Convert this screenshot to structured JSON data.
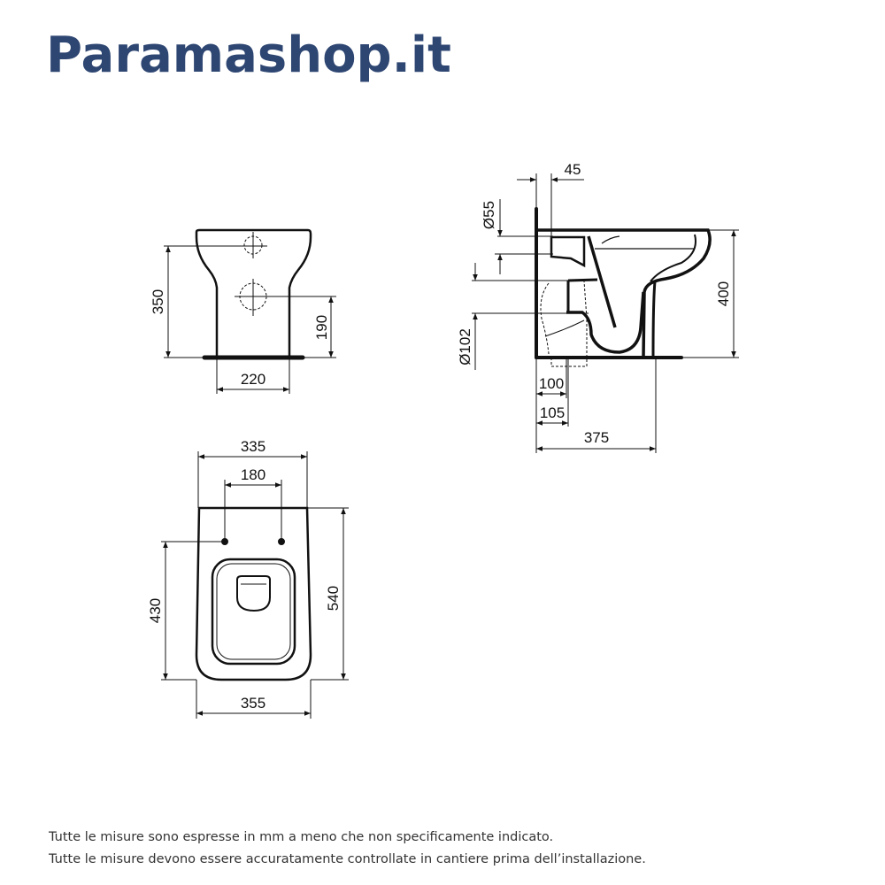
{
  "logo": {
    "text": "Paramashop.it",
    "color": "#2e4672"
  },
  "front_view": {
    "height_350": "350",
    "outlet_190": "190",
    "base_220": "220"
  },
  "side_view": {
    "offset_45": "45",
    "inlet_d55": "Ø55",
    "outlet_d102": "Ø102",
    "height_400": "400",
    "outlet_100": "100",
    "outlet_105": "105",
    "depth_375": "375"
  },
  "top_view": {
    "width_335": "335",
    "holes_180": "180",
    "holes_430": "430",
    "length_540": "540",
    "width_355": "355"
  },
  "footer": {
    "line1": "Tutte le misure sono espresse in mm a meno che non specificamente indicato.",
    "line2": "Tutte le misure devono essere accuratamente controllate in cantiere prima dell’installazione."
  }
}
